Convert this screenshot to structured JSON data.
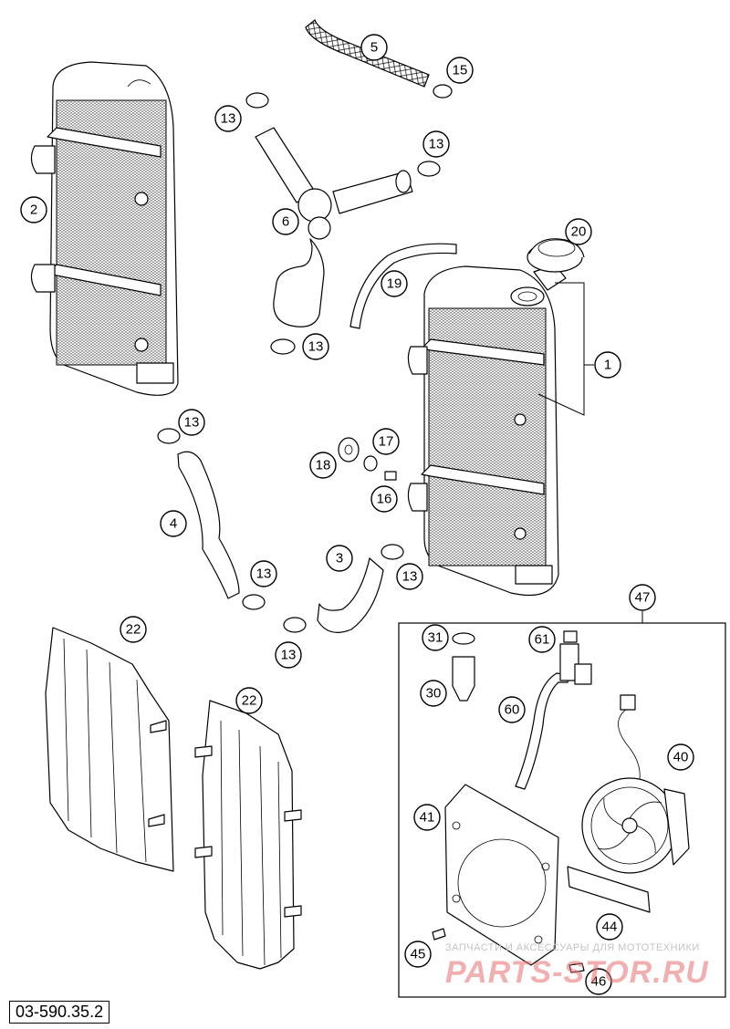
{
  "document": {
    "code": "03-590.35.2"
  },
  "kit_box": {
    "label": "47"
  },
  "callouts": [
    {
      "label": "1"
    },
    {
      "label": "2"
    },
    {
      "label": "3"
    },
    {
      "label": "4"
    },
    {
      "label": "5"
    },
    {
      "label": "6"
    },
    {
      "label": "13"
    },
    {
      "label": "13"
    },
    {
      "label": "13"
    },
    {
      "label": "13"
    },
    {
      "label": "13"
    },
    {
      "label": "13"
    },
    {
      "label": "13"
    },
    {
      "label": "15"
    },
    {
      "label": "16"
    },
    {
      "label": "17"
    },
    {
      "label": "18"
    },
    {
      "label": "19"
    },
    {
      "label": "20"
    },
    {
      "label": "22"
    },
    {
      "label": "22"
    },
    {
      "label": "30"
    },
    {
      "label": "31"
    },
    {
      "label": "40"
    },
    {
      "label": "41"
    },
    {
      "label": "44"
    },
    {
      "label": "45"
    },
    {
      "label": "46"
    },
    {
      "label": "60"
    },
    {
      "label": "61"
    }
  ],
  "watermark": {
    "line1": "ЗАПЧАСТИ И АКСЕССУАРЫ ДЛЯ МОТОТЕХНИКИ",
    "line2": "PARTS-STOR.RU"
  }
}
